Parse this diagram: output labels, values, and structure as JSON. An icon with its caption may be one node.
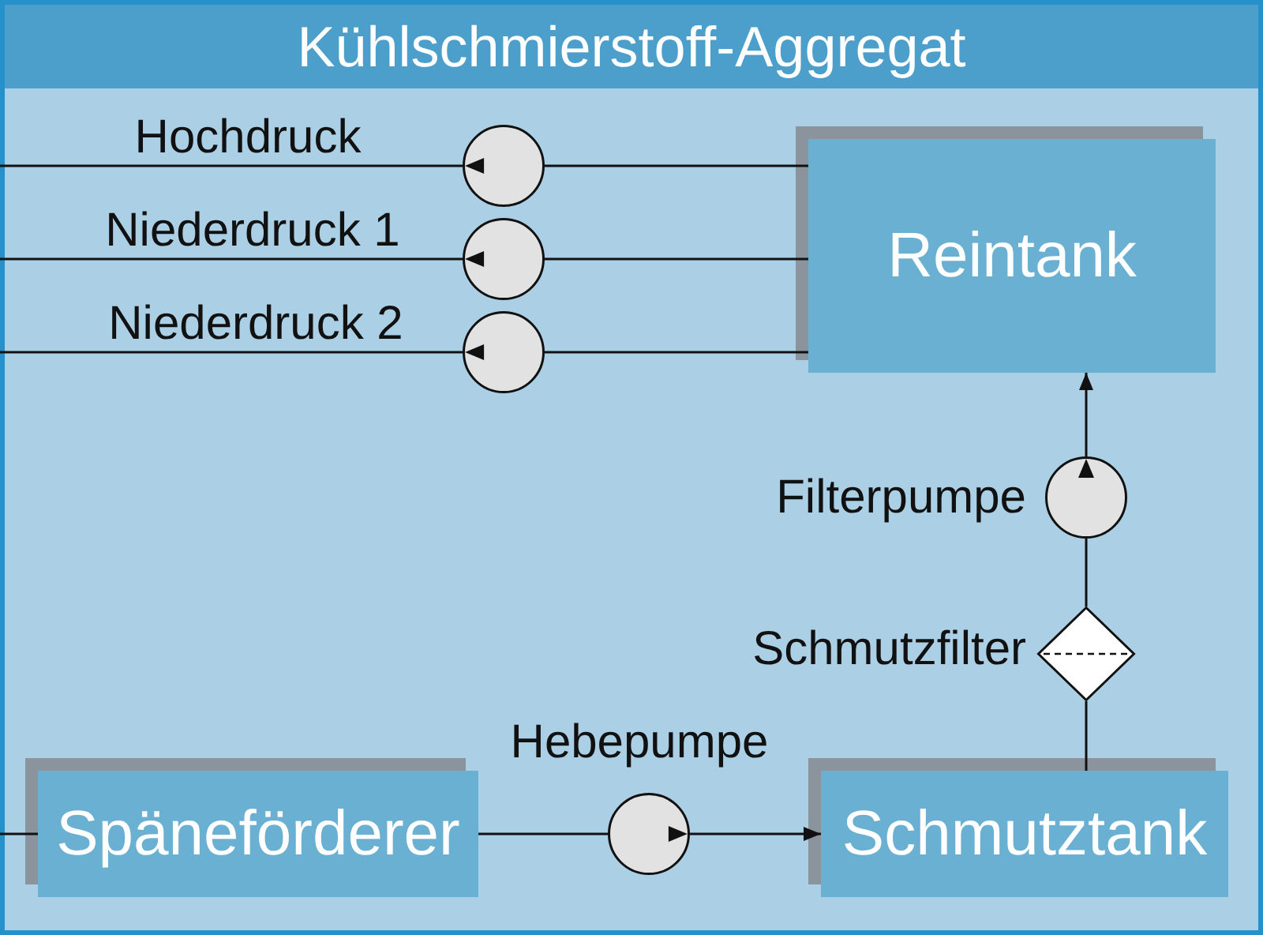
{
  "diagram": {
    "nodes": [
      {
        "text": [
          "Kühlschmierstoff-Aggregat"
        ]
      },
      {
        "text": [],
        "shape": "circle",
        "in": 0
      },
      {
        "text": [],
        "shape": "circle",
        "in": 0
      },
      {
        "text": [],
        "shape": "circle",
        "in": 0
      },
      {
        "text": [
          "Reintank"
        ],
        "in": 0
      },
      {
        "text": [],
        "shape": "circle",
        "beside": [
          "Filterpumpe"
        ],
        "in": 0
      },
      {
        "text": [],
        "shape": "diamond",
        "beside": [
          "Schmutzfilter"
        ],
        "in": 0
      },
      {
        "text": [
          "Späneförderer"
        ],
        "in": 0
      },
      {
        "text": [],
        "shape": "circle",
        "beside": [
          "Hebepumpe"
        ],
        "in": 0
      },
      {
        "text": [
          "Schmutztank"
        ],
        "in": 0
      }
    ],
    "edges": [
      {
        "from": 4,
        "to": 1,
        "arrow": "none"
      },
      {
        "from": 1,
        "to": null,
        "arrow": "none",
        "label": "Hochdruck"
      },
      {
        "from": 4,
        "to": 2,
        "arrow": "none"
      },
      {
        "from": 2,
        "to": null,
        "arrow": "none",
        "label": "Niederdruck 1"
      },
      {
        "from": 4,
        "to": 3,
        "arrow": "none"
      },
      {
        "from": 3,
        "to": null,
        "arrow": "none",
        "label": "Niederdruck 2"
      },
      {
        "from": null,
        "to": 7,
        "arrow": "none"
      },
      {
        "from": 7,
        "to": 8,
        "arrow": "none"
      },
      {
        "from": 8,
        "to": 9,
        "arrow": "to"
      },
      {
        "from": 9,
        "to": 6,
        "arrow": "none"
      },
      {
        "from": 6,
        "to": 5,
        "arrow": "none"
      },
      {
        "from": 5,
        "to": 4,
        "arrow": "to"
      }
    ]
  }
}
